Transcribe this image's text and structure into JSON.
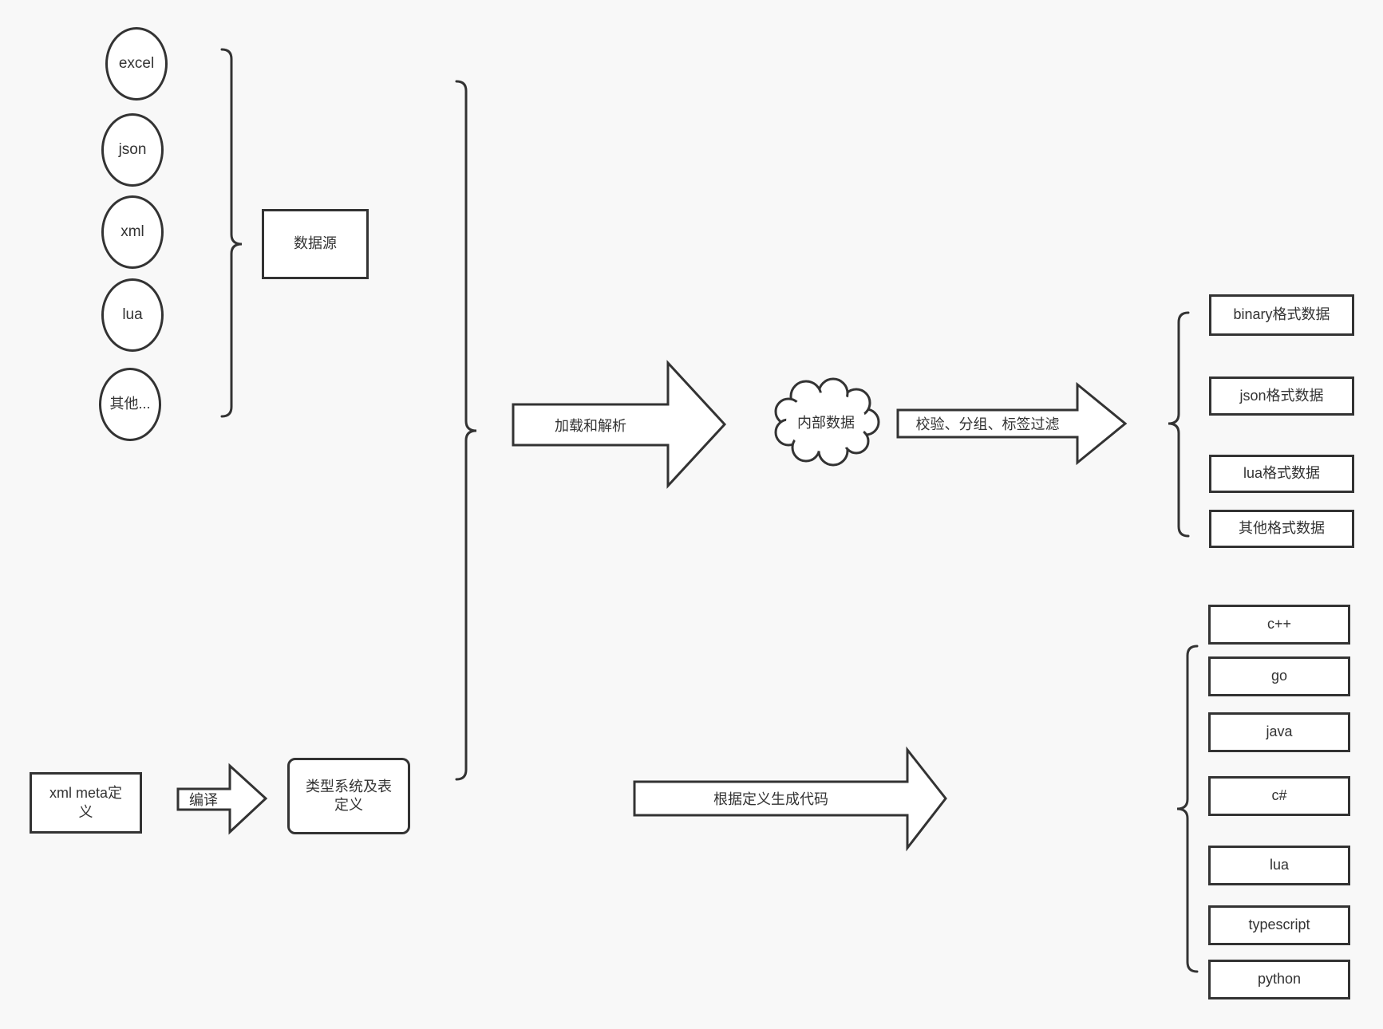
{
  "colors": {
    "background": "#f8f8f8",
    "node_fill": "#ffffff",
    "stroke": "#333333",
    "text": "#333333"
  },
  "diagram": {
    "sources": [
      "excel",
      "json",
      "xml",
      "lua",
      "其他..."
    ],
    "source_group": {
      "label": "数据源"
    },
    "arrows": {
      "load_parse": "加载和解析",
      "filter": "校验、分组、标签过滤",
      "compile": "编译",
      "codegen": "根据定义生成代码"
    },
    "internal_data": {
      "label": "内部数据"
    },
    "format_outputs": [
      "binary格式数据",
      "json格式数据",
      "lua格式数据",
      "其他格式数据"
    ],
    "meta_definition": {
      "label": "xml meta定义"
    },
    "type_system": {
      "label": "类型系统及表定义"
    },
    "languages": [
      "c++",
      "go",
      "java",
      "c#",
      "lua",
      "typescript",
      "python"
    ]
  }
}
